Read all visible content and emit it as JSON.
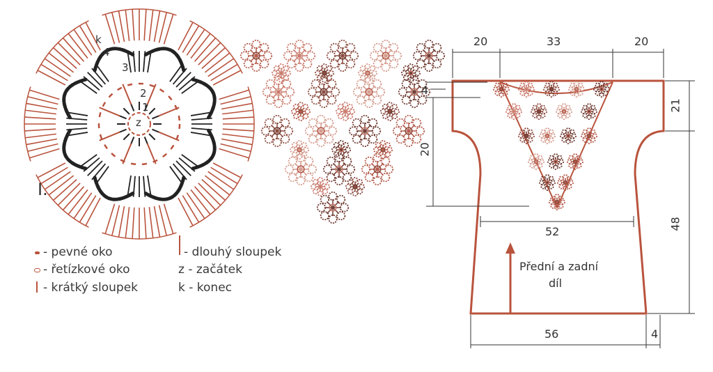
{
  "colors": {
    "accent": "#b9533d",
    "dark": "#222222",
    "line": "#333333"
  },
  "chart": {
    "label": "I.",
    "row_marks": {
      "k": "k",
      "r4": "4",
      "r3": "3",
      "r2": "2",
      "r1": "1",
      "z": "z"
    }
  },
  "legend": [
    {
      "symbol": "dot",
      "text": "- pevné oko"
    },
    {
      "symbol": "oval",
      "text": "- řetízkové oko"
    },
    {
      "symbol": "bar",
      "text": "- krátký sloupek"
    },
    {
      "symbol": "tall-bar",
      "text": "- dlouhý sloupek"
    },
    {
      "symbol": "z",
      "text": "z - začátek"
    },
    {
      "symbol": "k",
      "text": "k - konec"
    }
  ],
  "schematic": {
    "top_left": "20",
    "top_mid": "33",
    "top_right": "20",
    "left_small": "4",
    "left_depth": "20",
    "right_top": "21",
    "right_body": "48",
    "width_mid": "52",
    "width_bottom": "56",
    "bottom_right": "4",
    "piece_label_1": "Přední a zadní",
    "piece_label_2": "díl"
  }
}
